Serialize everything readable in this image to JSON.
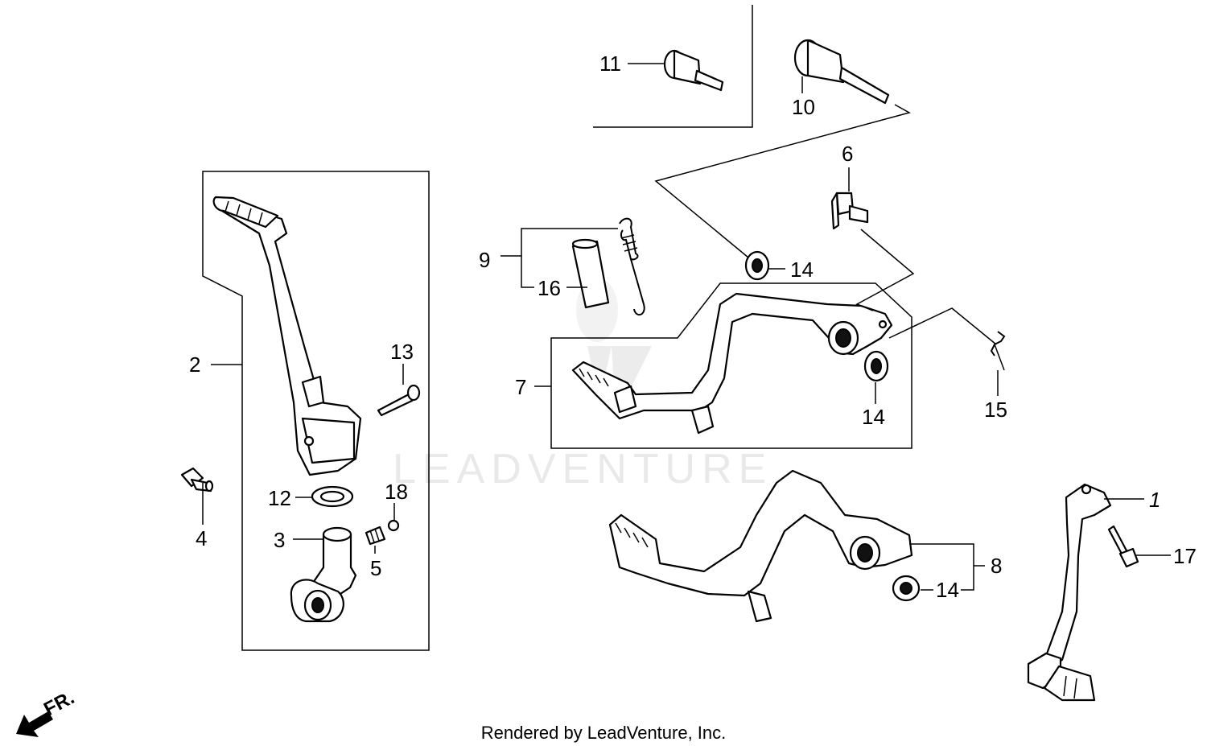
{
  "labels": {
    "p1": "1",
    "p2": "2",
    "p3": "3",
    "p4": "4",
    "p5": "5",
    "p6": "6",
    "p7": "7",
    "p8": "8",
    "p9": "9",
    "p10": "10",
    "p11": "11",
    "p12": "12",
    "p13": "13",
    "p14a": "14",
    "p14b": "14",
    "p14c": "14",
    "p15": "15",
    "p16": "16",
    "p17": "17",
    "p18": "18"
  },
  "watermark": "LEADVENTURE",
  "direction_indicator": "FR.",
  "credit": "Rendered by LeadVenture, Inc."
}
